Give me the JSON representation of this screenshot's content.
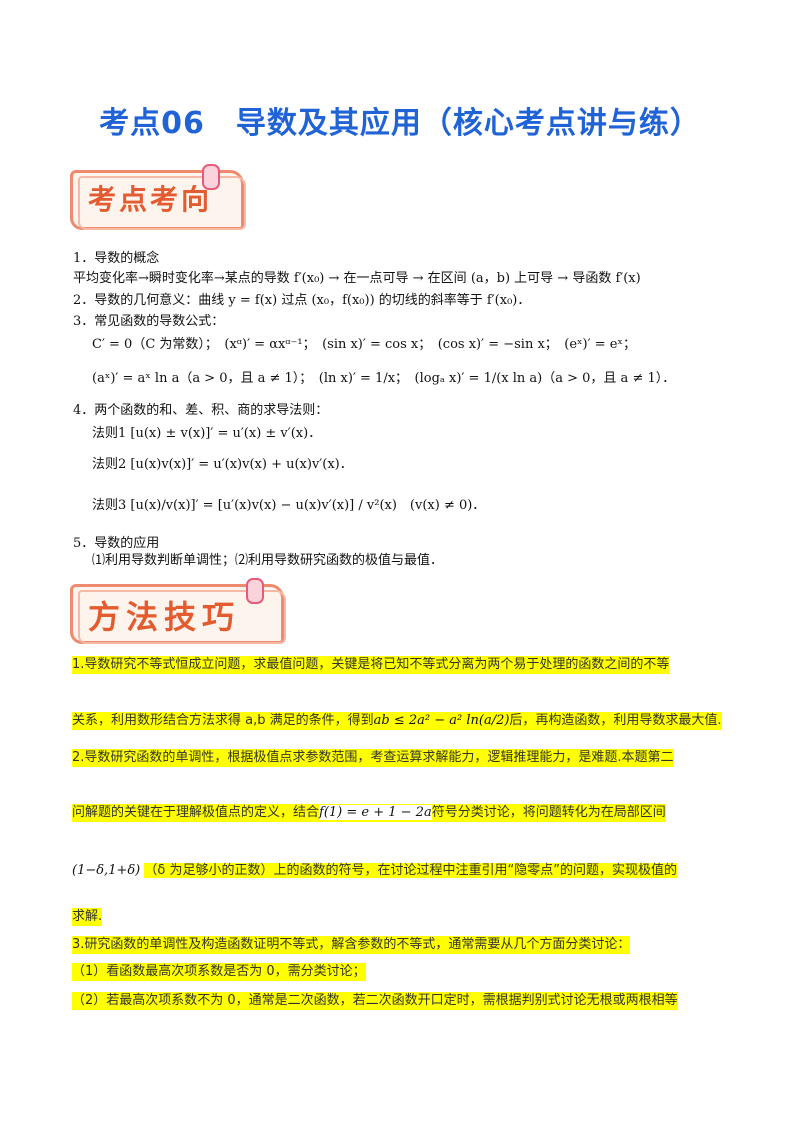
{
  "doc": {
    "title": "考点06　导数及其应用（核心考点讲与练）"
  },
  "badges": {
    "first": "考点考向",
    "second": "方法技巧"
  },
  "knowledge": {
    "l1": "1．导数的概念",
    "l2": "平均变化率→瞬时变化率→某点的导数 f′(x₀) → 在一点可导 → 在区间 (a，b) 上可导 → 导函数 f′(x)",
    "l3": "2．导数的几何意义：曲线 y = f(x) 过点 (x₀，f(x₀)) 的切线的斜率等于 f′(x₀)．",
    "l4": "3．常见函数的导数公式：",
    "l5": "C′ = 0（C 为常数）；　(xᵅ)′ = αxᵅ⁻¹；　(sin x)′ = cos x；　(cos x)′ = −sin x；　(eˣ)′ = eˣ；",
    "l6": "(aˣ)′ = aˣ ln a（a > 0，且 a ≠ 1）；　(ln x)′ = 1/x；　(logₐ x)′ = 1/(x ln a)（a > 0，且 a ≠ 1）．",
    "l7": "4．两个函数的和、差、积、商的求导法则：",
    "l8": "法则1 [u(x) ± v(x)]′ = u′(x) ± v′(x)．",
    "l9": "法则2 [u(x)v(x)]′ = u′(x)v(x) + u(x)v′(x)．",
    "l10": "法则3 [u(x)/v(x)]′ = [u′(x)v(x) − u(x)v′(x)] / v²(x)　(v(x) ≠ 0)．",
    "l11": "5．导数的应用",
    "l12": "⑴利用导数判断单调性；⑵利用导数研究函数的极值与最值．"
  },
  "methods": {
    "m1a": "1.导数研究不等式恒成立问题，求最值问题，关键是将已知不等式分离为两个易于处理的函数之间的不等",
    "m1b_pre": "关系，利用数形结合方法求得 a,b 满足的条件，得到",
    "m1b_formula": "ab ≤ 2a² − a² ln(a/2)",
    "m1b_post": "后，再构造函数，利用导数求最大值.",
    "m2a": "2.导数研究函数的单调性，根据极值点求参数范围，考查运算求解能力，逻辑推理能力，是难题.本题第二",
    "m2b_pre": "问解题的关键在于理解极值点的定义，结合",
    "m2b_formula": "f(1) = e + 1 − 2a",
    "m2b_post": "符号分类讨论，将问题转化为在局部区间",
    "m2c_formula": "(1−δ,1+δ)",
    "m2c_text": "（δ 为足够小的正数）上的函数的符号，在讨论过程中注重引用“隐零点”的问题，实现极值的",
    "m2d": "求解.",
    "m3a": "3.研究函数的单调性及构造函数证明不等式，解含参数的不等式，通常需要从几个方面分类讨论：",
    "m3b": "（1）看函数最高次项系数是否为 0，需分类讨论；",
    "m3c": "（2）若最高次项系数不为 0，通常是二次函数，若二次函数开口定时，需根据判别式讨论无根或两根相等"
  }
}
